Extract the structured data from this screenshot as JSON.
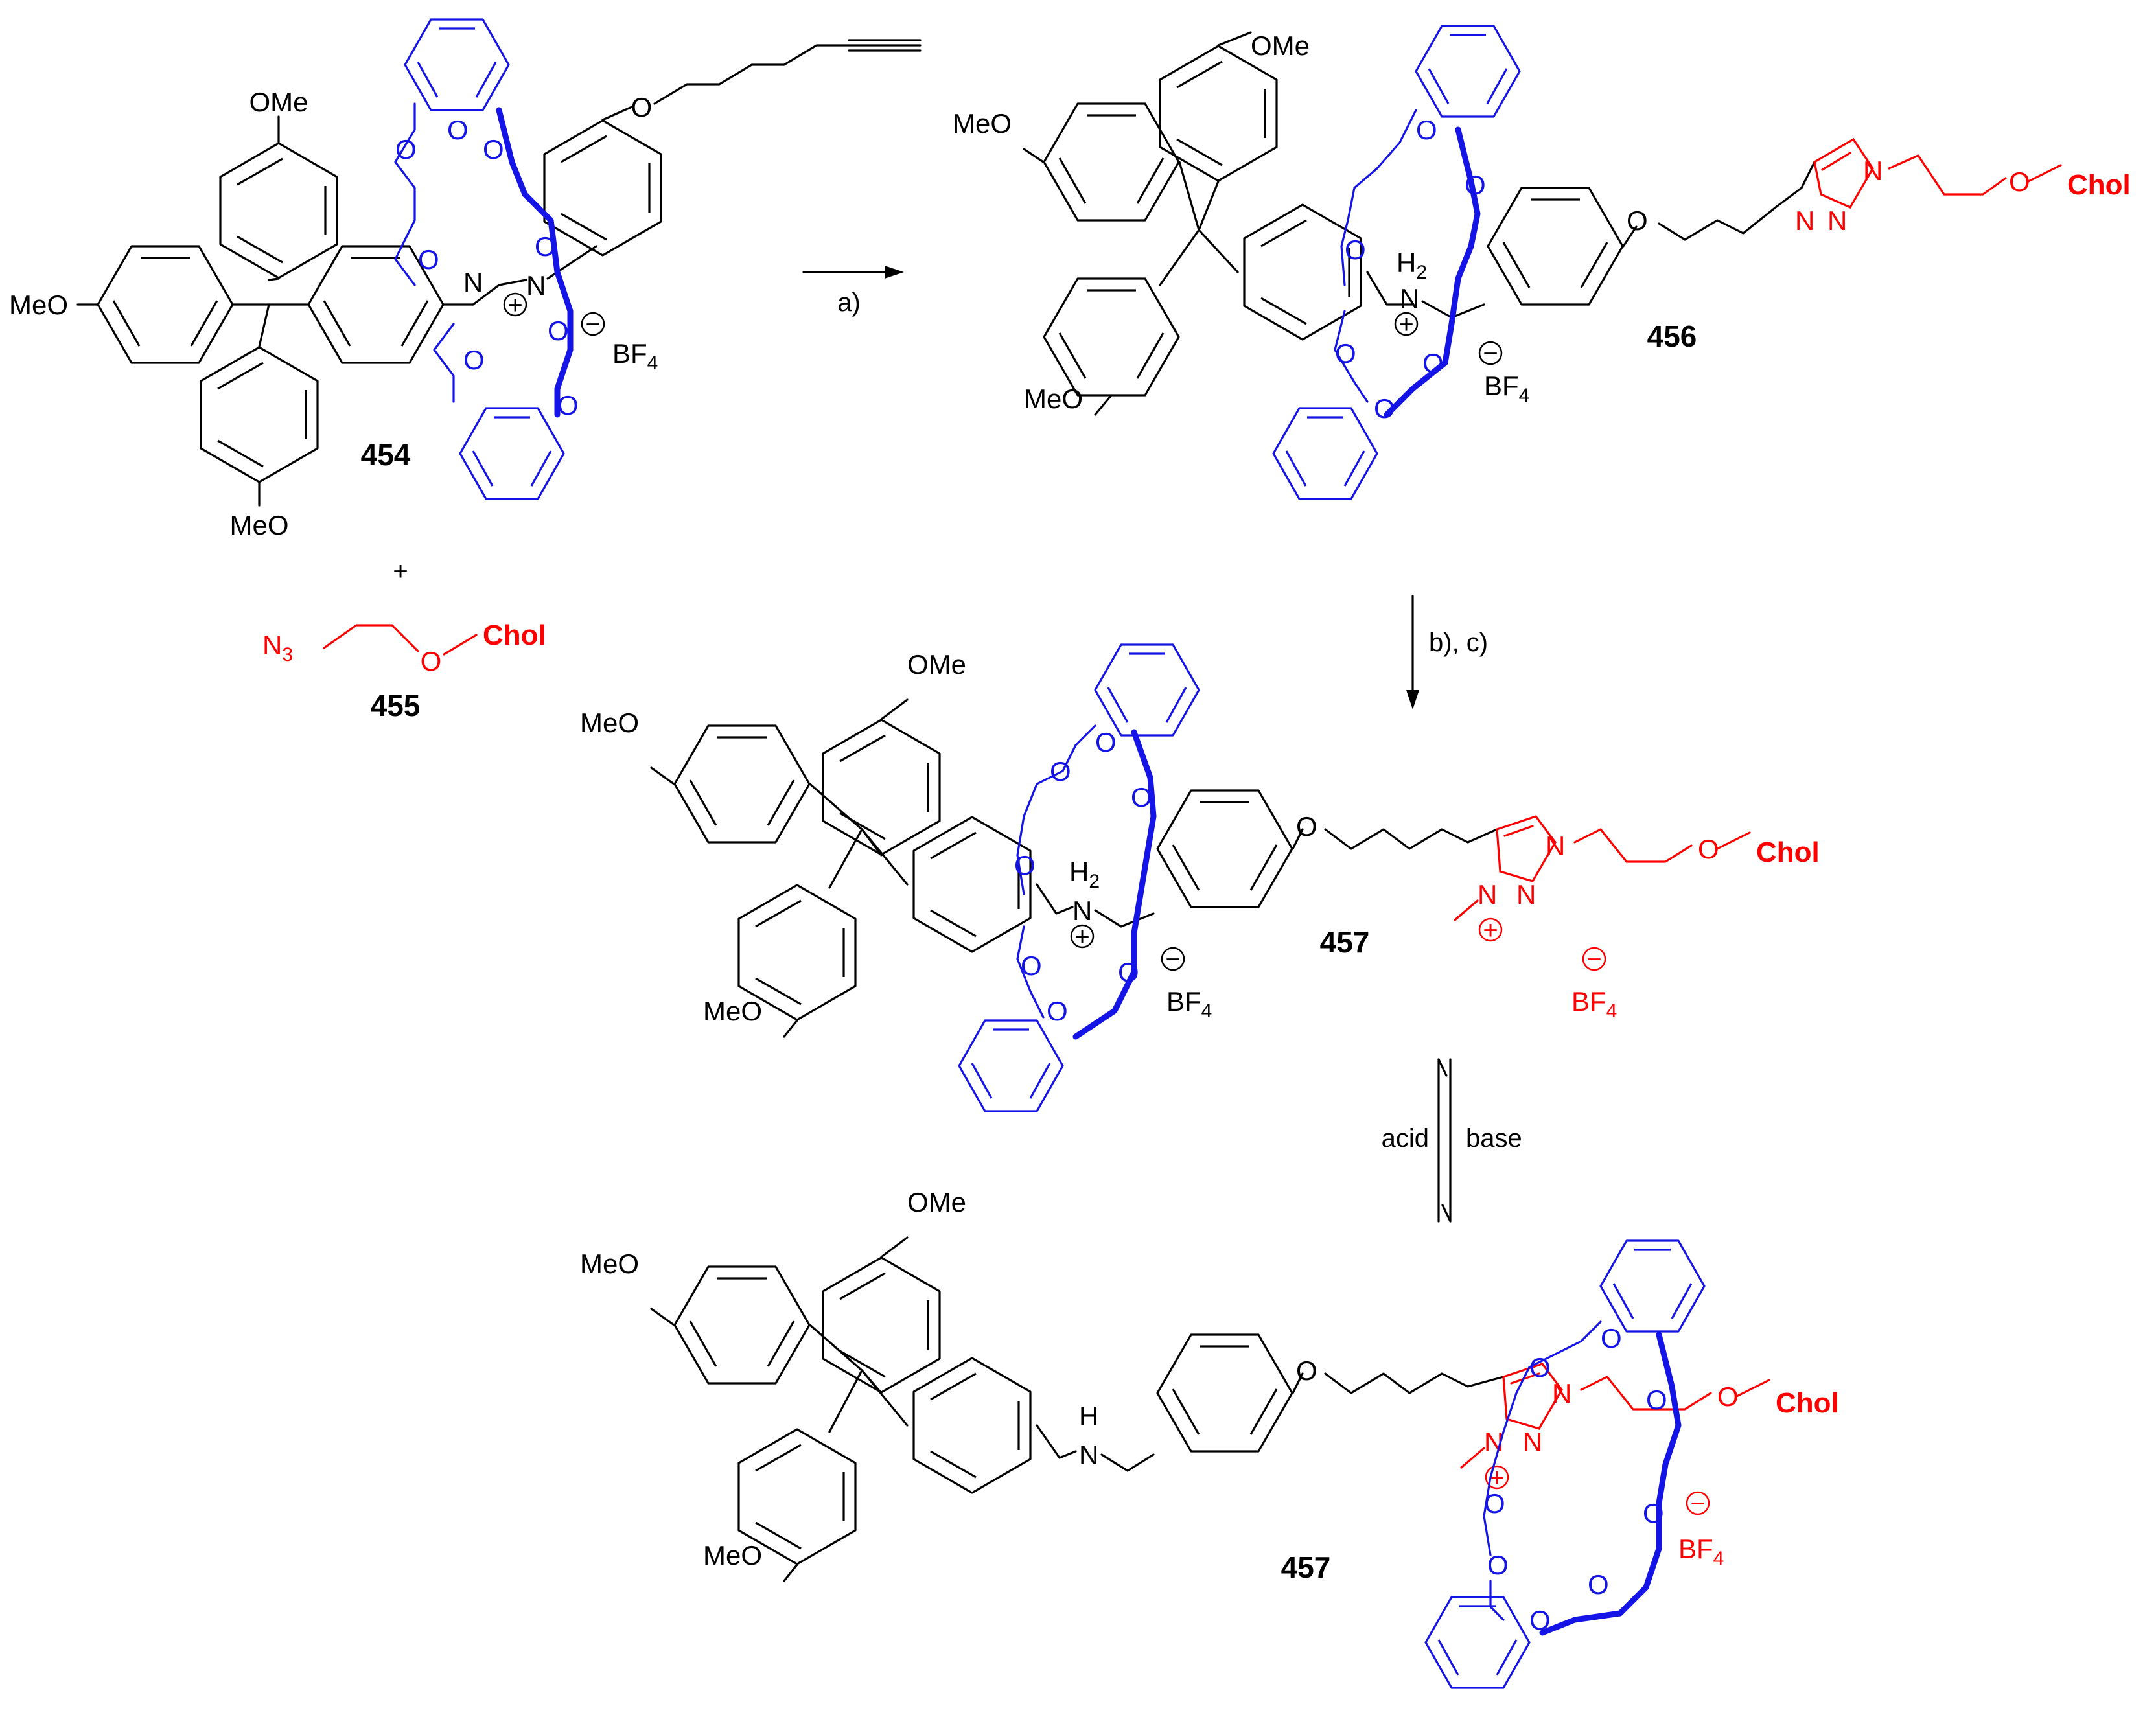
{
  "colors": {
    "scaffold": "#000000",
    "crown_ether": "#1414e6",
    "stopper": "#ff0000"
  },
  "compounds": [
    {
      "id": "c454",
      "number": "454"
    },
    {
      "id": "c455",
      "number": "455"
    },
    {
      "id": "c456",
      "number": "456"
    },
    {
      "id": "c457a",
      "number": "457"
    },
    {
      "id": "c457b",
      "number": "457"
    }
  ],
  "labels": {
    "methoxy_a": "MeO",
    "methoxy_b": "OMe",
    "oxygen": "O",
    "nitrogen": "N",
    "hydrogen": "H",
    "h2_subscript": "2",
    "boron_fluoride": "BF",
    "bf4_subscript": "4",
    "azide_n": "N",
    "azide_subscript": "3",
    "chol": "Chol",
    "plus_sign": "+",
    "positive_charge": "+",
    "negative_charge": "−"
  },
  "arrows": {
    "step_a": "a)",
    "step_bc": "b), c)",
    "equilibrium_left": "acid",
    "equilibrium_right": "base"
  }
}
